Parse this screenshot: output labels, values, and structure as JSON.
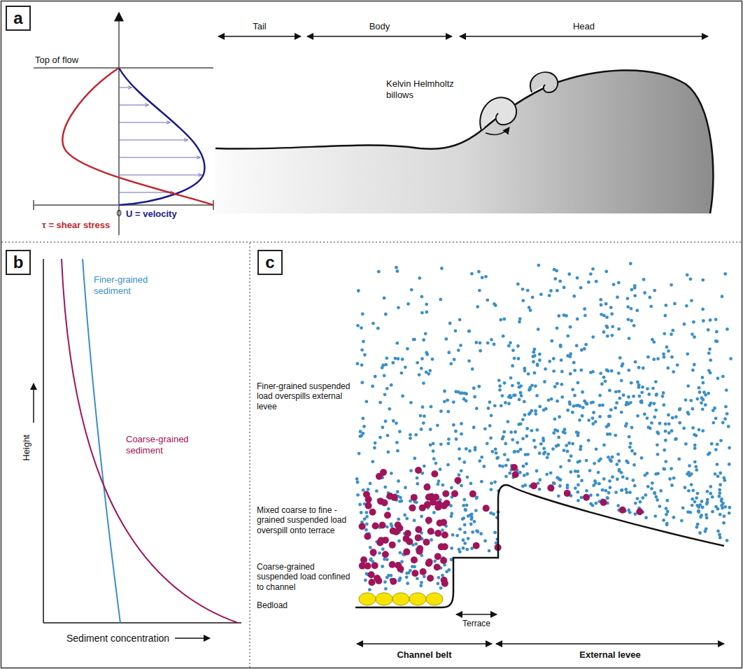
{
  "diagram": {
    "nodes": [
      {
        "text": [
          "a"
        ]
      },
      {
        "text": [
          "b"
        ]
      },
      {
        "text": [
          "c"
        ]
      }
    ],
    "labels": [
      "Top of flow",
      "0",
      "U = velocity",
      "τ = shear stress",
      "Tail",
      "Body",
      "Head",
      "Kelvin Helmholtz billows",
      "Height",
      "Sediment concentration",
      "Finer-grained sediment",
      "Coarse-grained sediment",
      "Finer-grained suspended load overspills external levee",
      "Mixed coarse to fine -grained suspended load overspill onto terrace",
      "Coarse-grained suspended load confined to channel",
      "Bedload",
      "Terrace",
      "Channel belt",
      "External levee"
    ]
  }
}
